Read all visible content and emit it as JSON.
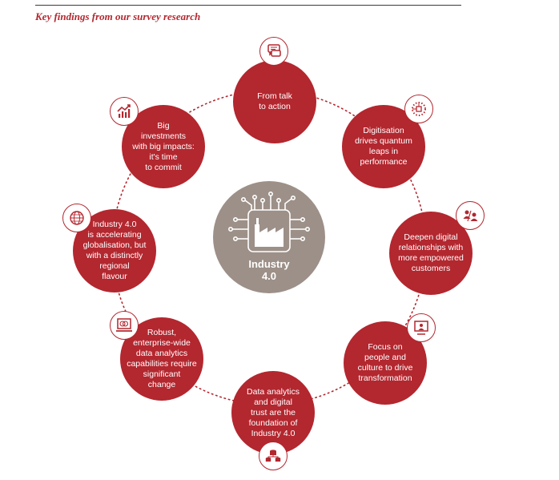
{
  "heading": "Key findings from our survey research",
  "center": {
    "label": "Industry\n4.0",
    "icon": "factory-chip-icon"
  },
  "findings": [
    {
      "label": "From talk\nto action",
      "icon": "chat-bubbles-icon"
    },
    {
      "label": "Digitisation\ndrives quantum\nleaps in\nperformance",
      "icon": "network-nodes-icon"
    },
    {
      "label": "Deepen digital\nrelationships with\nmore empowered\ncustomers",
      "icon": "customer-people-icon"
    },
    {
      "label": "Focus on\npeople and\nculture to drive\ntransformation",
      "icon": "presentation-person-icon"
    },
    {
      "label": "Data analytics\nand digital\ntrust are the\nfoundation of\nIndustry 4.0",
      "icon": "database-stack-icon"
    },
    {
      "label": "Robust,\nenterprise-wide\ndata analytics\ncapabilities require\nsignificant\nchange",
      "icon": "analytics-screen-icon"
    },
    {
      "label": "Industry 4.0\nis accelerating\nglobalisation, but\nwith a distinctly\nregional\nflavour",
      "icon": "globe-grid-icon"
    },
    {
      "label": "Big\ninvestments\nwith big impacts:\nit's time\nto commit",
      "icon": "growth-chart-icon"
    }
  ],
  "colors": {
    "accent": "#b3272f",
    "center": "#9d9088",
    "text_on_accent": "#ffffff"
  }
}
